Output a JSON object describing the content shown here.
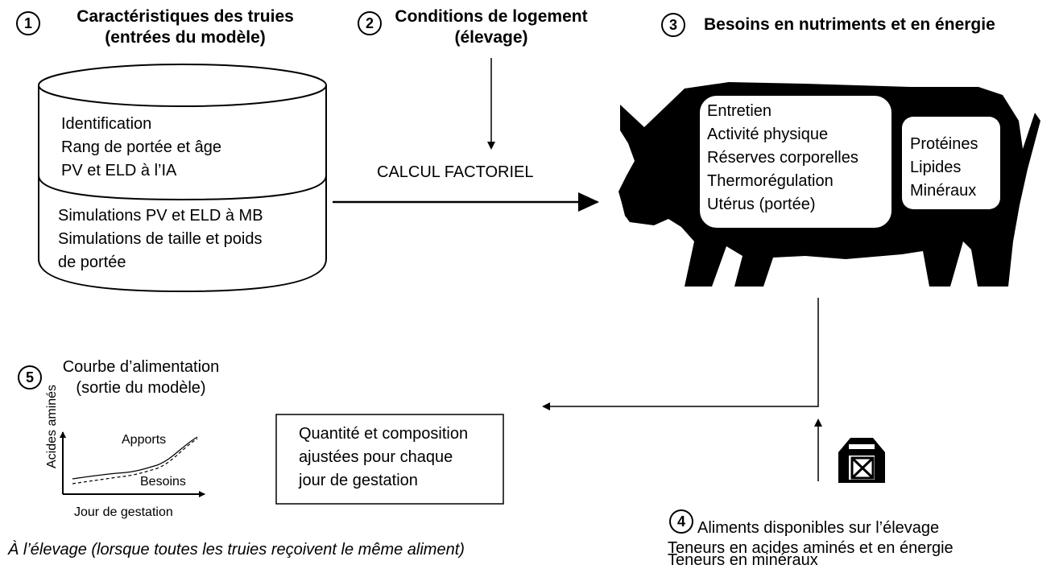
{
  "step1": {
    "num": "1",
    "title_line1": "Caractéristiques des truies",
    "title_line2": "(entrées du modèle)"
  },
  "step2": {
    "num": "2",
    "title_line1": "Conditions de logement",
    "title_line2": "(élevage)"
  },
  "step3": {
    "num": "3",
    "title": "Besoins en nutriments et en énergie"
  },
  "step4": {
    "num": "4",
    "line1": "Aliments disponibles sur l’élevage",
    "line2": "Teneurs en acides aminés et en énergie",
    "line3": "Teneurs en minéraux"
  },
  "step5": {
    "num": "5",
    "title_line1": "Courbe d’alimentation",
    "title_line2": "(sortie du modèle)"
  },
  "database": {
    "upper": [
      "Identification",
      "Rang de portée et âge",
      "PV et ELD à l’IA"
    ],
    "lower": [
      "Simulations PV et ELD à MB",
      "Simulations de taille et poids",
      "de portée"
    ]
  },
  "calcul_label": "CALCUL FACTORIEL",
  "needs_box": [
    "Entretien",
    "Activité physique",
    "Réserves corporelles",
    "Thermorégulation",
    "Utérus (portée)"
  ],
  "nutrients_box": [
    "Protéines",
    "Lipides",
    "Minéraux"
  ],
  "output_box": [
    "Quantité et composition",
    "ajustées pour chaque",
    "jour de gestation"
  ],
  "mini_chart": {
    "ylabel": "Acides aminés",
    "xlabel": "Jour de gestation",
    "apports_label": "Apports",
    "besoins_label": "Besoins"
  },
  "footer_note": "À l’élevage (lorsque toutes les truies reçoivent le même aliment)",
  "icons": {
    "barn": "barn-icon",
    "pig": "pig-silhouette"
  }
}
